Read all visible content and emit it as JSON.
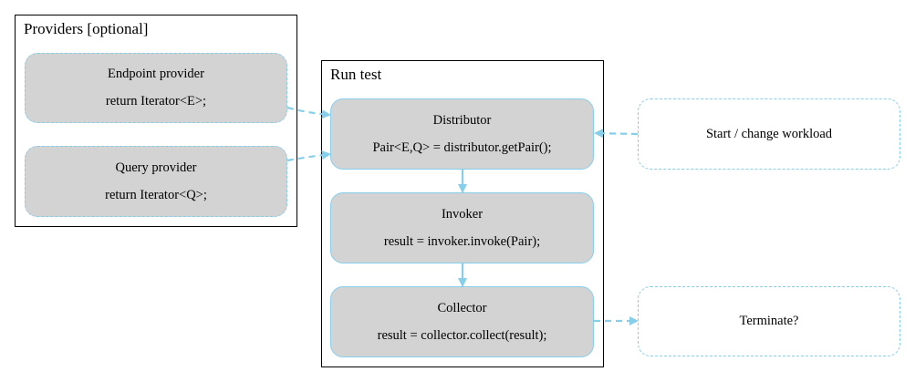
{
  "colors": {
    "edge": "#87ceeb",
    "node_fill": "#d3d3d3",
    "cluster_border": "#000000"
  },
  "clusters": {
    "providers": {
      "label": "Providers [optional]"
    },
    "run_test": {
      "label": "Run test"
    }
  },
  "nodes": {
    "endpoint_provider": {
      "title": "Endpoint provider",
      "code": "return Iterator<E>;"
    },
    "query_provider": {
      "title": "Query provider",
      "code": "return Iterator<Q>;"
    },
    "distributor": {
      "title": "Distributor",
      "code": "Pair<E,Q> = distributor.getPair();"
    },
    "invoker": {
      "title": "Invoker",
      "code": "result = invoker.invoke(Pair);"
    },
    "collector": {
      "title": "Collector",
      "code": "result = collector.collect(result);"
    },
    "start_change": {
      "label": "Start / change workload"
    },
    "terminate": {
      "label": "Terminate?"
    }
  },
  "edges": [
    {
      "from": "endpoint_provider",
      "to": "distributor",
      "style": "dashed"
    },
    {
      "from": "query_provider",
      "to": "distributor",
      "style": "dashed"
    },
    {
      "from": "start_change",
      "to": "distributor",
      "style": "dashed"
    },
    {
      "from": "distributor",
      "to": "invoker",
      "style": "solid"
    },
    {
      "from": "invoker",
      "to": "collector",
      "style": "solid"
    },
    {
      "from": "collector",
      "to": "terminate",
      "style": "dashed"
    }
  ]
}
